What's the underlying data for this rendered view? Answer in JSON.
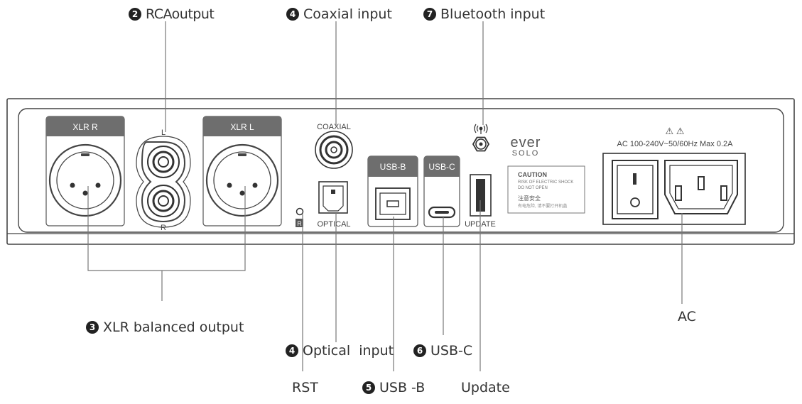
{
  "callouts": {
    "rca_output": {
      "num": "2",
      "label": "RCAoutput"
    },
    "coaxial_input": {
      "num": "4",
      "label": "Coaxial input"
    },
    "bluetooth_input": {
      "num": "7",
      "label": "Bluetooth input"
    },
    "xlr_balanced": {
      "num": "3",
      "label": "XLR balanced output"
    },
    "optical_input": {
      "num": "4",
      "label": "Optical  input"
    },
    "usb_c": {
      "num": "6",
      "label": "USB-C"
    },
    "rst": {
      "label": "RST"
    },
    "usb_b": {
      "num": "5",
      "label": "USB -B"
    },
    "update": {
      "label": "Update"
    },
    "ac": {
      "label": "AC"
    }
  },
  "panel": {
    "xlr_r_tab": "XLR R",
    "xlr_l_tab": "XLR L",
    "rca_l": "L",
    "rca_r": "R",
    "coaxial": "COAXIAL",
    "optical": "OPTICAL",
    "rst_mark": "R",
    "usb_b_tab": "USB-B",
    "usb_c_tab": "USB-C",
    "update": "UPDATE",
    "logo_top": "ever",
    "logo_bottom": "SOLO",
    "caution_title": "CAUTION",
    "caution_line1": "RISK OF ELECTRIC SHOCK",
    "caution_line2": "DO NOT OPEN",
    "caution_cn_title": "注意安全",
    "caution_cn_line": "有电危险, 请不要打开机盖",
    "warning_symbols": "⚠ ⚠",
    "ac_rating": "AC 100-240V~50/60Hz Max 0.2A"
  },
  "colors": {
    "tab_bg": "#6e6e6e",
    "outline": "#444444",
    "leader": "#777777"
  }
}
